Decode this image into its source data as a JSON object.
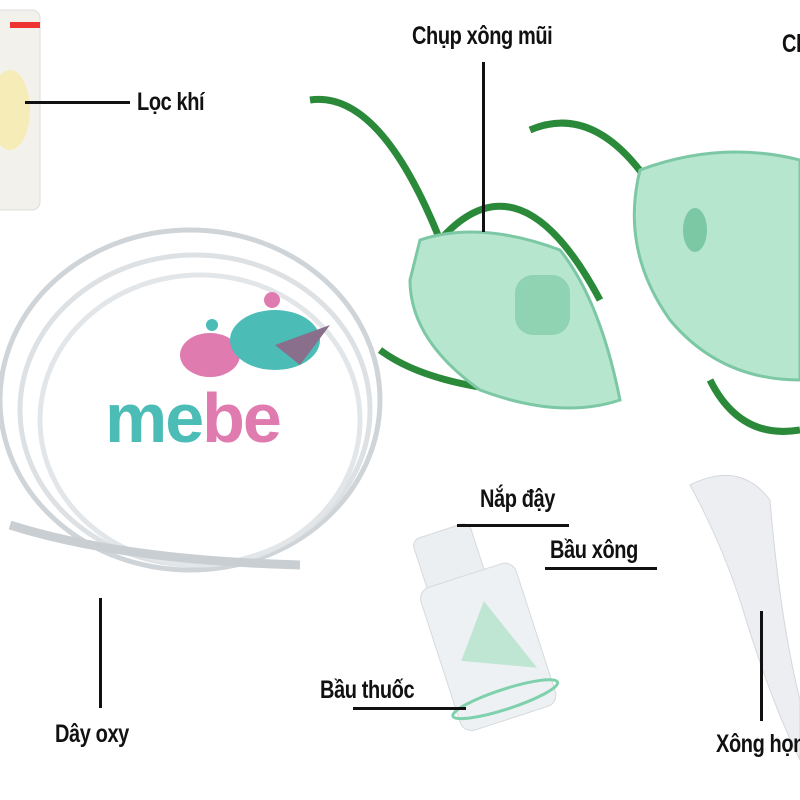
{
  "labels": {
    "loc_khi": "Lọc khí",
    "chup_xong_mui": "Chụp xông mũi",
    "chup_cut": "Cl",
    "day_oxy": "Dây oxy",
    "nap_day": "Nắp đậy",
    "bau_xong": "Bầu xông",
    "bau_thuoc": "Bầu thuốc",
    "xong_hong": "Xông họng"
  },
  "logo": {
    "part1": "me",
    "part2": "be"
  },
  "colors": {
    "strap": "#2a8a3a",
    "mask": "#9fdcc0",
    "logo_teal": "#4bbcb6",
    "logo_pink": "#e07bb0"
  }
}
